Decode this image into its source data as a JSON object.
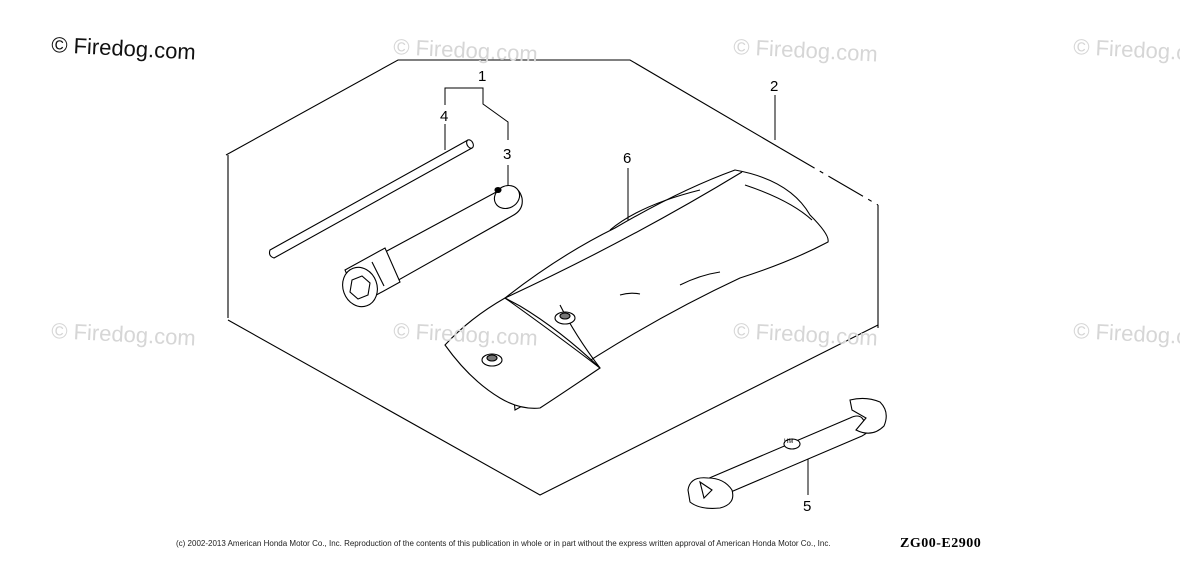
{
  "brand": "© Firedog.com",
  "watermark": "© Firedog.com",
  "callouts": [
    "1",
    "2",
    "3",
    "4",
    "5",
    "6"
  ],
  "copyright": "(c) 2002-2013 American Honda Motor Co., Inc. Reproduction of the contents of this publication in whole or in part without the express written approval of American Honda Motor Co., Inc.",
  "diagram_code": "ZG00-E2900",
  "wrench_marking": "HM"
}
